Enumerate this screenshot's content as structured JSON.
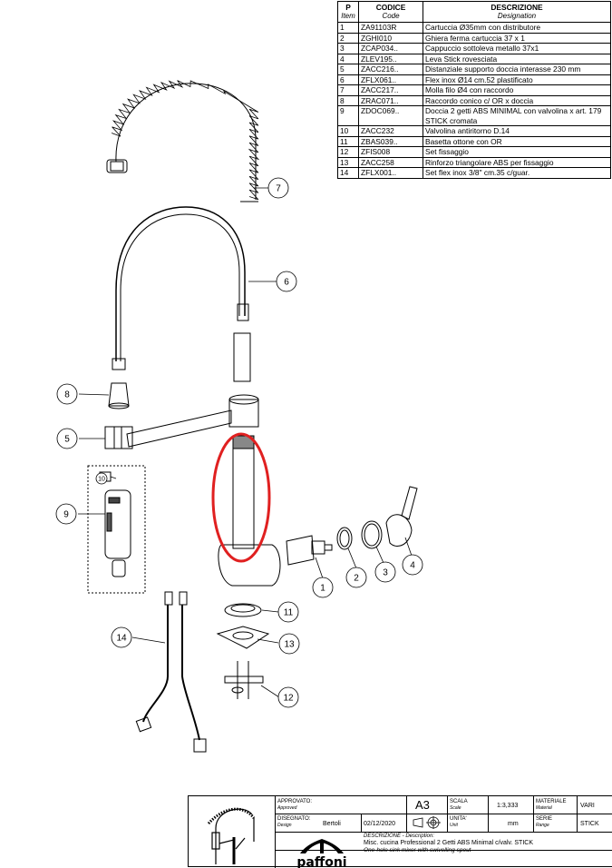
{
  "table": {
    "headers": {
      "p": "P",
      "p_sub": "Item",
      "code": "CODICE",
      "code_sub": "Code",
      "desc": "DESCRIZIONE",
      "desc_sub": "Designation"
    },
    "rows": [
      {
        "n": "1",
        "code": "ZA91103R",
        "desc": "Cartuccia Ø35mm con distributore"
      },
      {
        "n": "2",
        "code": "ZGHI010",
        "desc": "Ghiera ferma cartuccia 37 x 1"
      },
      {
        "n": "3",
        "code": "ZCAP034..",
        "desc": "Cappuccio sottoleva metallo 37x1"
      },
      {
        "n": "4",
        "code": "ZLEV195..",
        "desc": "Leva Stick rovesciata"
      },
      {
        "n": "5",
        "code": "ZACC216..",
        "desc": "Distanziale supporto doccia interasse 230 mm"
      },
      {
        "n": "6",
        "code": "ZFLX061..",
        "desc": "Flex inox Ø14 cm.52 plastificato"
      },
      {
        "n": "7",
        "code": "ZACC217..",
        "desc": "Molla filo Ø4 con raccordo"
      },
      {
        "n": "8",
        "code": "ZRAC071..",
        "desc": "Raccordo conico c/ OR x doccia"
      },
      {
        "n": "9",
        "code": "ZDOC069..",
        "desc": "Doccia 2 getti ABS MINIMAL con valvolina x art. 179 STICK cromata"
      },
      {
        "n": "10",
        "code": "ZACC232",
        "desc": "Valvolina antiritorno D.14"
      },
      {
        "n": "11",
        "code": "ZBAS039..",
        "desc": "Basetta ottone con OR"
      },
      {
        "n": "12",
        "code": "ZFIS008",
        "desc": "Set fissaggio"
      },
      {
        "n": "13",
        "code": "ZACC258",
        "desc": "Rinforzo triangolare ABS per fissaggio"
      },
      {
        "n": "14",
        "code": "ZFLX001..",
        "desc": "Set flex inox 3/8\" cm.35 c/guar."
      }
    ]
  },
  "callouts": [
    "1",
    "2",
    "3",
    "4",
    "5",
    "6",
    "7",
    "8",
    "9",
    "10",
    "11",
    "12",
    "13",
    "14"
  ],
  "highlight_color": "#e02020",
  "title_block": {
    "approved_label": "APPROVATO:",
    "approved_sub": "Approved",
    "drawn_label": "DISEGNATO:",
    "drawn_sub": "Design",
    "drawn_by": "Bertoli",
    "date": "02/12/2020",
    "sheet": "A3",
    "scale_label": "SCALA",
    "scale_sub": "Scale",
    "scale": "1:3,333",
    "unit_label": "UNITA'",
    "unit_sub": "Unit",
    "unit": "mm",
    "material_label": "MATERIALE",
    "material_sub": "Material",
    "material": "VARI",
    "series_label": "SERIE",
    "series_sub": "Range",
    "series": "STICK",
    "description_label": "DESCRIZIONE - Description:",
    "description_it": "Misc. cucina Professional 2 Getti ABS Minimal c/valv.  STICK",
    "description_en": "One-hole sink mixer with swivelling spout",
    "logo_text": "paffoni"
  }
}
